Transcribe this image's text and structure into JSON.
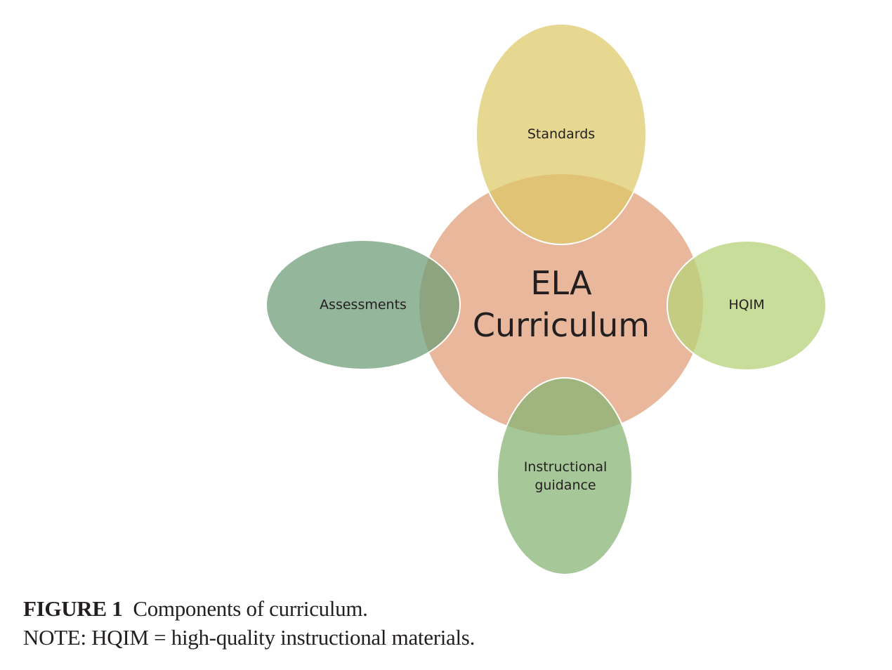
{
  "diagram": {
    "center": {
      "label_line1": "ELA",
      "label_line2": "Curriculum",
      "color": "#e9b89c"
    },
    "satellites": [
      {
        "id": "standards",
        "label": "Standards",
        "color": "#e2d284"
      },
      {
        "id": "assessments",
        "label": "Assessments",
        "color": "#7fa683"
      },
      {
        "id": "hqim",
        "label": "HQIM",
        "color": "#bfd580"
      },
      {
        "id": "instructional-guidance",
        "label_line1": "Instructional",
        "label_line2": "guidance",
        "color": "#93bb7c"
      }
    ]
  },
  "caption": {
    "figure_label": "FIGURE 1",
    "title": "Components of curriculum.",
    "note": "NOTE: HQIM = high-quality instructional materials."
  }
}
